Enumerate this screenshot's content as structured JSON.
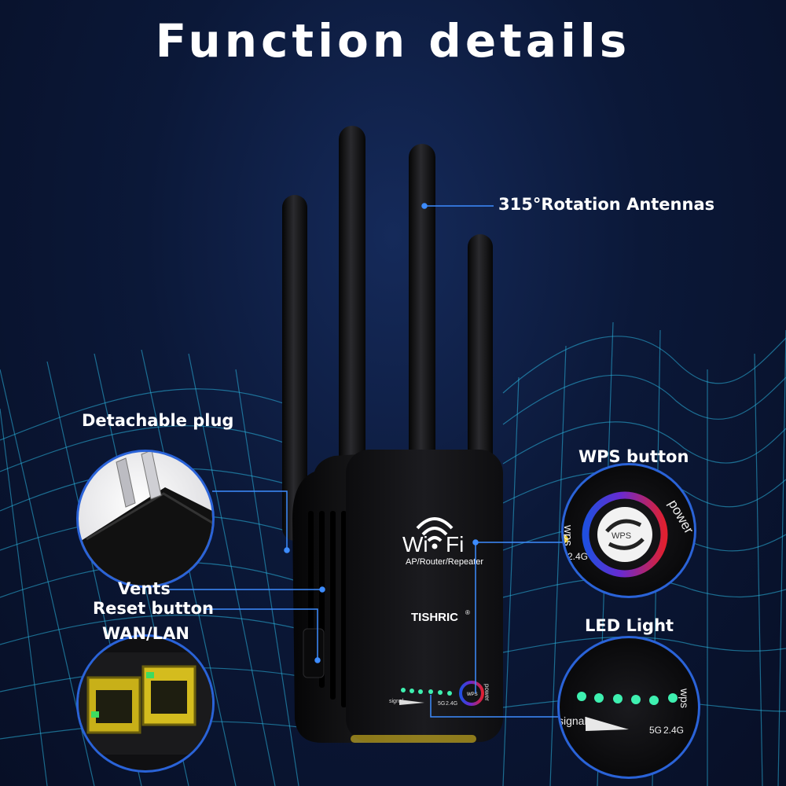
{
  "title": "Function details",
  "brand": {
    "wifi_left": "Wi",
    "wifi_right": "Fi",
    "subtitle": "AP/Router/Repeater",
    "maker": "TISHRIC",
    "registered": "®"
  },
  "callouts": {
    "antennas": "315°Rotation Antennas",
    "plug": "Detachable plug",
    "vents": "Vents",
    "reset": "Reset button",
    "wan_lan": "WAN/LAN",
    "wps": "WPS button",
    "led": "LED Light"
  },
  "panel": {
    "signal": "signal",
    "band_5g": "5G",
    "band_24g": "2.4G",
    "wps": "wps",
    "power": "power",
    "wps_button": "WPS"
  },
  "colors": {
    "accent_line": "#3d8cff",
    "led_green": "#3ef0b0",
    "wps_red": "#e02030",
    "wps_blue": "#1f4fe0",
    "device_body": "#141416"
  }
}
